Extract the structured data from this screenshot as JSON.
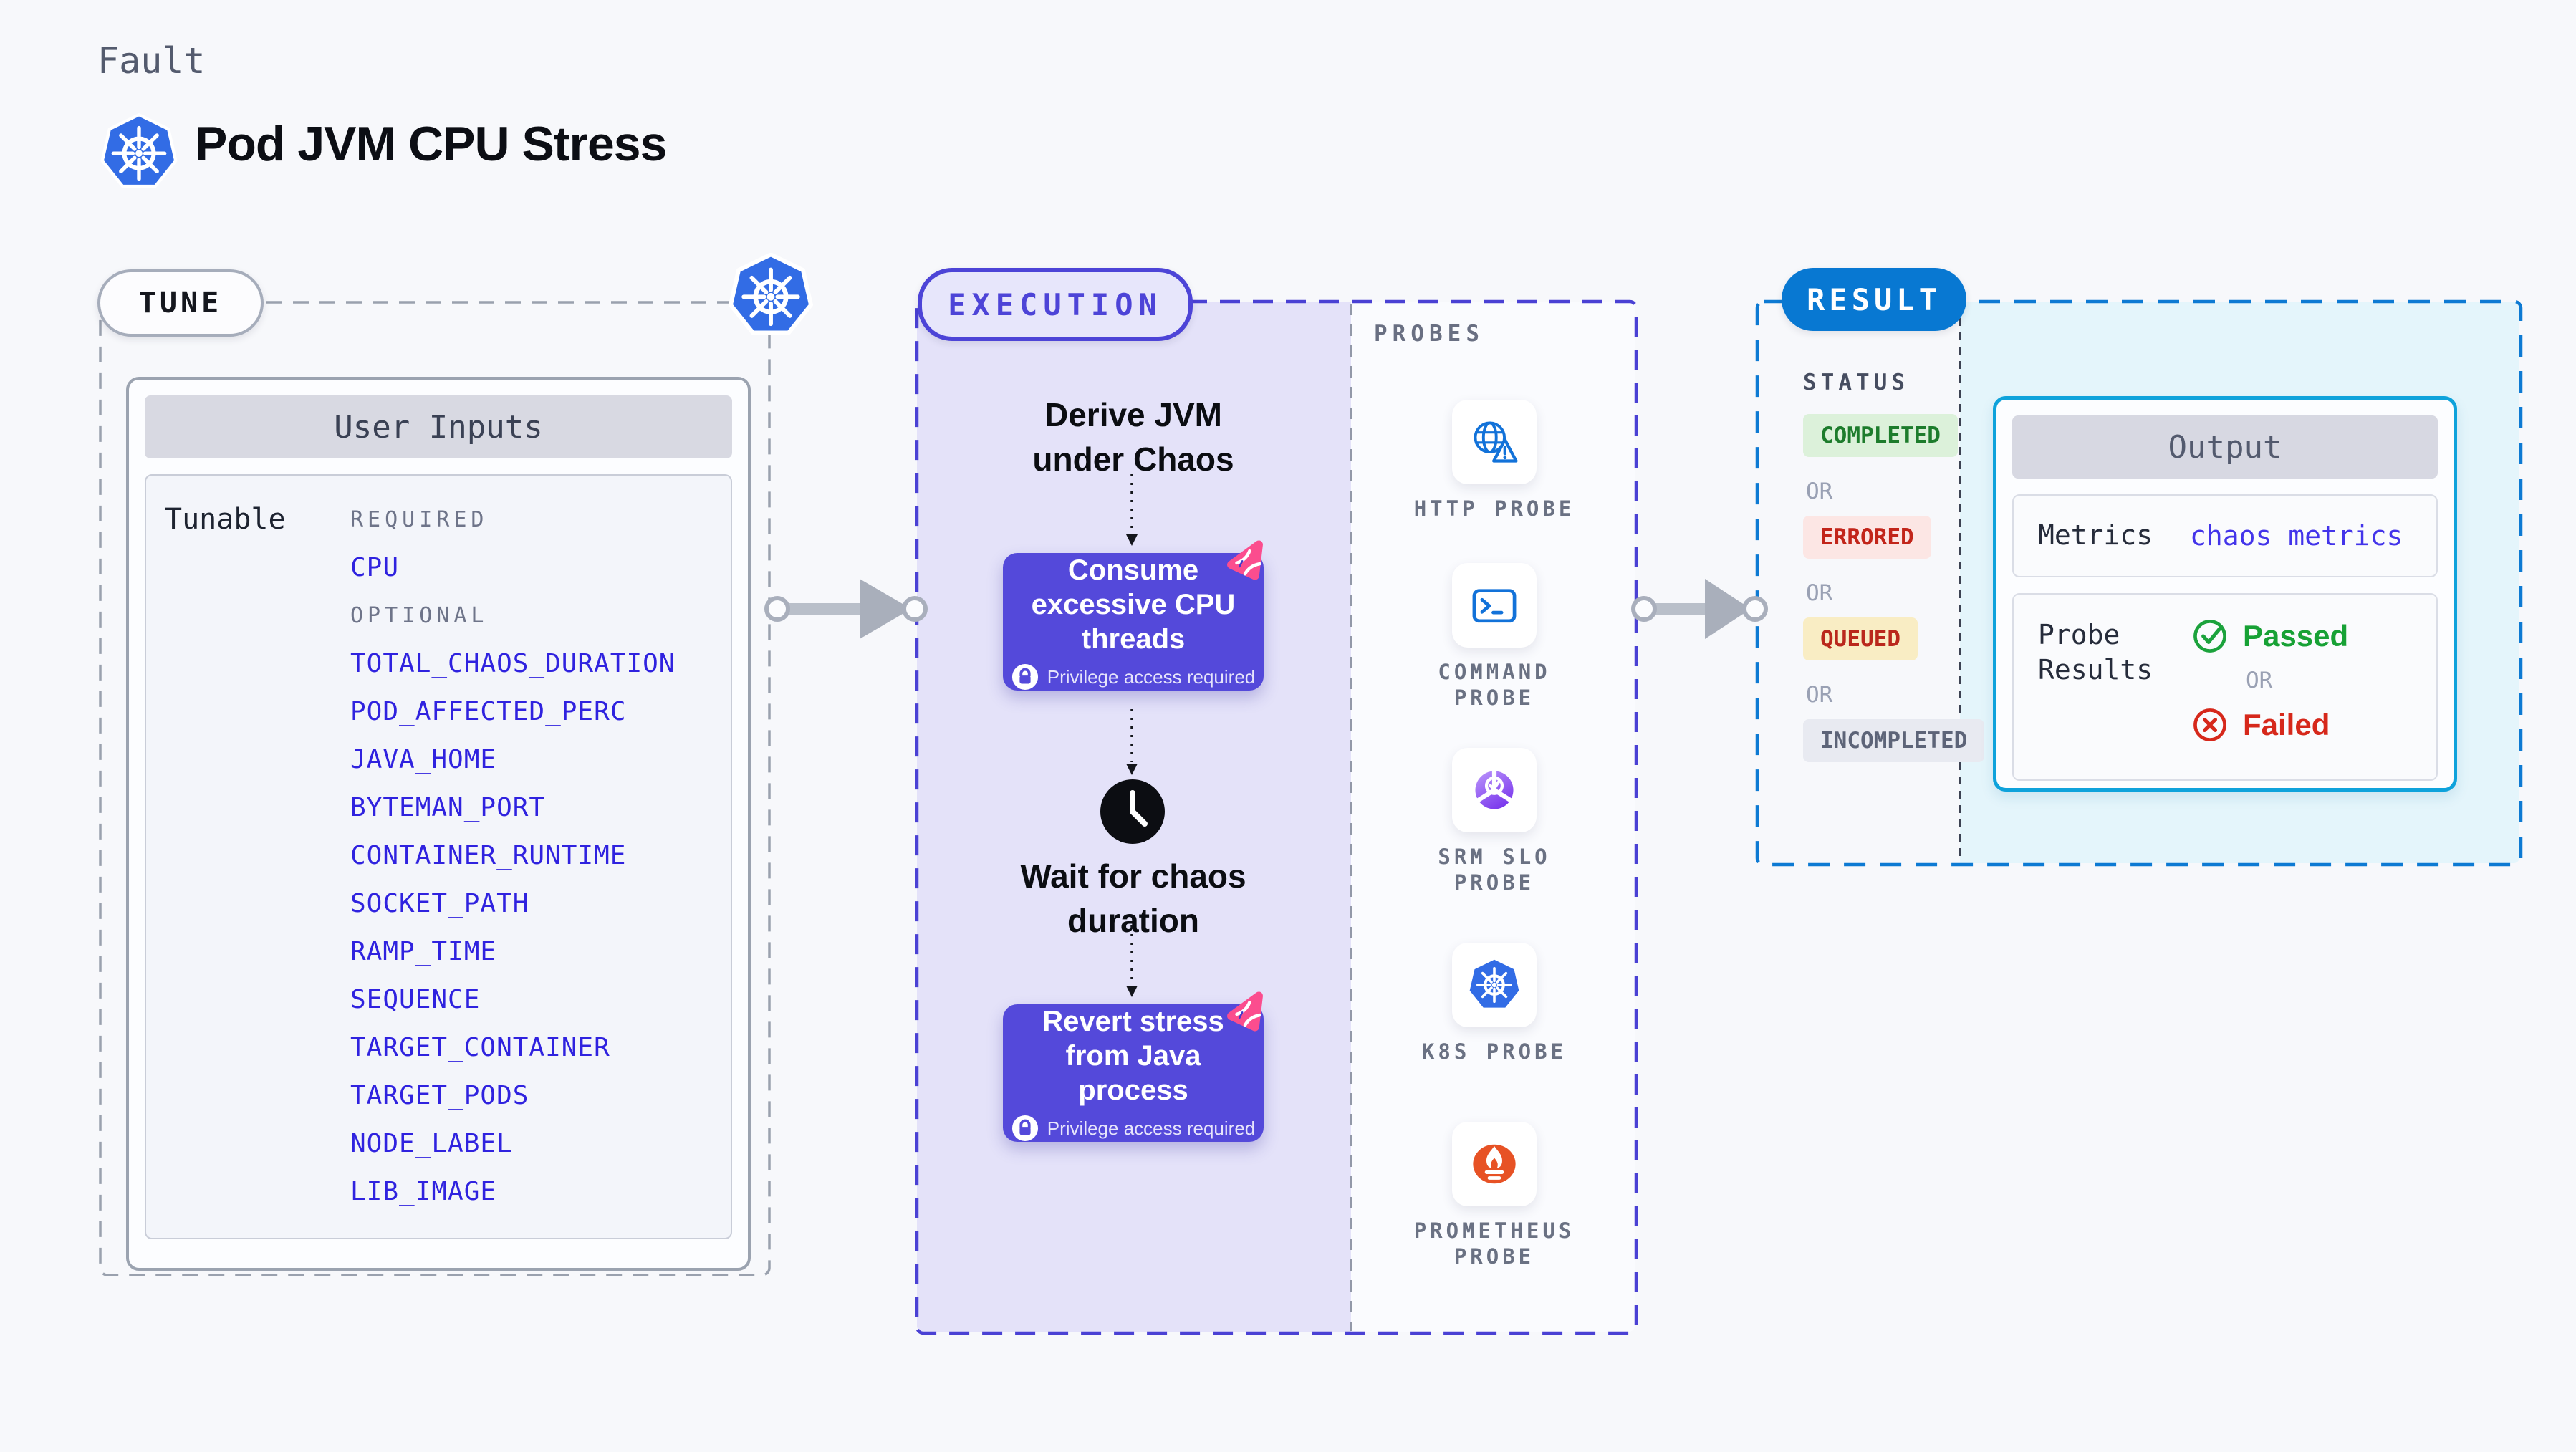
{
  "header": {
    "kicker": "Fault",
    "title": "Pod JVM CPU Stress"
  },
  "tune": {
    "pill_label": "TUNE",
    "card_title": "User Inputs",
    "row_label": "Tunable",
    "required_label": "REQUIRED",
    "required_params": [
      "CPU"
    ],
    "optional_label": "OPTIONAL",
    "optional_params": [
      "TOTAL_CHAOS_DURATION",
      "POD_AFFECTED_PERC",
      "JAVA_HOME",
      "BYTEMAN_PORT",
      "CONTAINER_RUNTIME",
      "SOCKET_PATH",
      "RAMP_TIME",
      "SEQUENCE",
      "TARGET_CONTAINER",
      "TARGET_PODS",
      "NODE_LABEL",
      "LIB_IMAGE"
    ]
  },
  "execution": {
    "pill_label": "EXECUTION",
    "steps": {
      "derive": "Derive JVM under Chaos",
      "consume": "Consume excessive CPU threads",
      "wait": "Wait for chaos duration",
      "revert": "Revert stress from Java process",
      "privilege_note": "Privilege access required"
    }
  },
  "probes": {
    "panel_label": "PROBES",
    "items": [
      {
        "label": "HTTP PROBE",
        "icon": "globe-alert-icon"
      },
      {
        "label": "COMMAND PROBE",
        "icon": "terminal-icon"
      },
      {
        "label": "SRM SLO PROBE",
        "icon": "slo-gauge-icon"
      },
      {
        "label": "K8S PROBE",
        "icon": "kubernetes-icon"
      },
      {
        "label": "PROMETHEUS PROBE",
        "icon": "prometheus-icon"
      }
    ]
  },
  "result": {
    "pill_label": "RESULT",
    "status_label": "STATUS",
    "or_label": "OR",
    "statuses": [
      {
        "label": "COMPLETED",
        "kind": "success"
      },
      {
        "label": "ERRORED",
        "kind": "error"
      },
      {
        "label": "QUEUED",
        "kind": "queued"
      },
      {
        "label": "INCOMPLETED",
        "kind": "incomplete"
      }
    ],
    "output": {
      "title": "Output",
      "metrics_label": "Metrics",
      "metrics_value": "chaos metrics",
      "probe_results_label": "Probe Results",
      "passed_label": "Passed",
      "failed_label": "Failed",
      "or_label": "OR"
    }
  },
  "colors": {
    "page_bg": "#f7f8fb",
    "indigo_accent": "#4d44d7",
    "indigo_box": "#5449da",
    "param_blue": "#2f22df",
    "lavender_bg": "#e4e2f9",
    "result_blue": "#0878d2",
    "cyan_border": "#0ea2db",
    "cyan_bg": "#e4f5fb",
    "success_green": "#1d7c2c",
    "error_red": "#c2251a",
    "queued_yellow_bg": "#f9edc4",
    "pink_chaos": "#fb4d8e",
    "kubernetes_blue": "#326ce5",
    "prometheus_orange": "#e75225",
    "gray_dash": "#9aa1ae"
  }
}
